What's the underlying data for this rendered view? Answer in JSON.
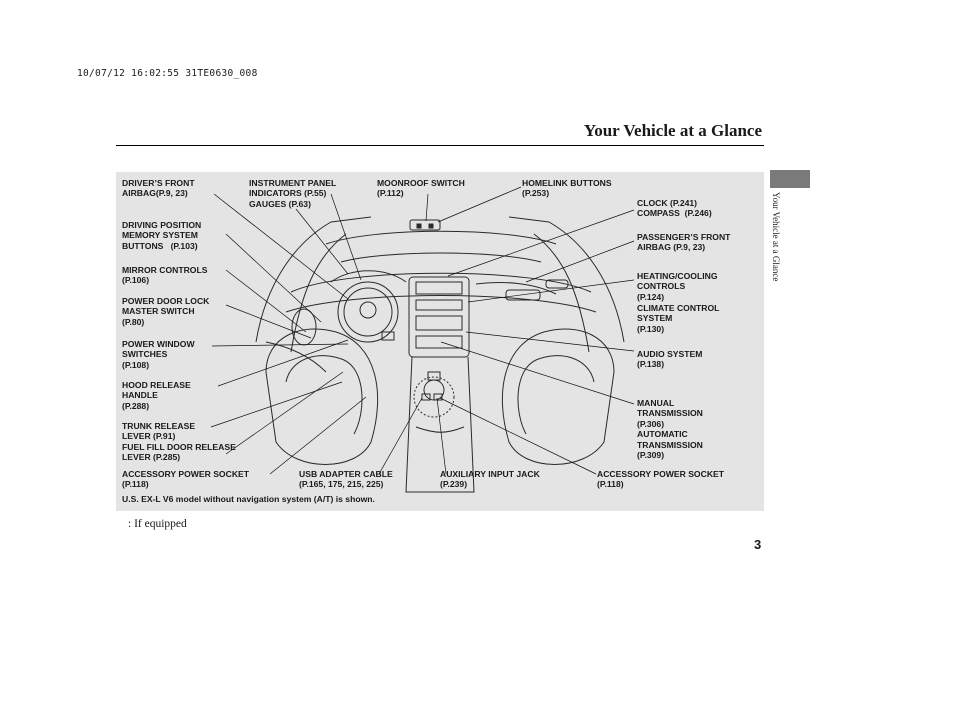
{
  "header": {
    "stamp": "10/07/12 16:02:55 31TE0630_008",
    "title": "Your Vehicle at a Glance",
    "side_tab_text": "Your Vehicle at a Glance"
  },
  "labels": {
    "drivers_airbag": {
      "l1": "DRIVER’S FRONT",
      "l2": "AIRBAG",
      "p": "(P.9, 23)"
    },
    "instrument_indicators": {
      "l1": "INSTRUMENT PANEL",
      "l2": "INDICATORS",
      "p": "(P.55)"
    },
    "gauges": {
      "l1": "GAUGES",
      "p": "(P.63)"
    },
    "moonroof": {
      "l1": "MOONROOF SWITCH",
      "p": "(P.112)"
    },
    "homelink": {
      "l1": "HOMELINK BUTTONS",
      "p": "(P.253)"
    },
    "clock": {
      "l1": "CLOCK",
      "p": "(P.241)"
    },
    "compass": {
      "l1": "COMPASS",
      "p": "(P.246)"
    },
    "driving_position": {
      "l1": "DRIVING POSITION",
      "l2": "MEMORY SYSTEM",
      "l3": "BUTTONS",
      "p": "(P.103)"
    },
    "passengers_airbag": {
      "l1": "PASSENGER’S FRONT",
      "l2": "AIRBAG",
      "p": "(P.9, 23)"
    },
    "mirror_controls": {
      "l1": "MIRROR CONTROLS",
      "p": "(P.106)"
    },
    "heating_cooling": {
      "l1": "HEATING/COOLING",
      "l2": "CONTROLS",
      "p": "(P.124)"
    },
    "climate_control": {
      "l1": "CLIMATE CONTROL",
      "l2": "SYSTEM",
      "p": "(P.130)"
    },
    "power_door_lock": {
      "l1": "POWER DOOR LOCK",
      "l2": "MASTER SWITCH",
      "p": "(P.80)"
    },
    "power_window": {
      "l1": "POWER WINDOW",
      "l2": "SWITCHES",
      "p": "(P.108)"
    },
    "audio_system": {
      "l1": "AUDIO SYSTEM",
      "p": "(P.138)"
    },
    "hood_release": {
      "l1": "HOOD RELEASE",
      "l2": "HANDLE",
      "p": "(P.288)"
    },
    "manual_transmission": {
      "l1": "MANUAL",
      "l2": "TRANSMISSION",
      "p": "(P.306)"
    },
    "automatic_transmission": {
      "l1": "AUTOMATIC",
      "l2": "TRANSMISSION",
      "p": "(P.309)"
    },
    "trunk_release": {
      "l1": "TRUNK RELEASE",
      "l2": "LEVER",
      "p": "(P.91)"
    },
    "fuel_fill": {
      "l1": "FUEL FILL DOOR RELEASE",
      "l2": "LEVER",
      "p": "(P.285)"
    },
    "accessory_left": {
      "l1": "ACCESSORY POWER SOCKET",
      "p": "(P.118)"
    },
    "usb_adapter": {
      "l1": "USB ADAPTER CABLE",
      "p": "(P.165, 175, 215, 225)"
    },
    "aux_input": {
      "l1": "AUXILIARY INPUT JACK",
      "p": "(P.239)"
    },
    "accessory_right": {
      "l1": "ACCESSORY POWER SOCKET",
      "p": "(P.118)"
    }
  },
  "caption": "U.S. EX-L V6 model without navigation system (A/T) is shown.",
  "footnote": ":   If equipped",
  "page_number": "3"
}
